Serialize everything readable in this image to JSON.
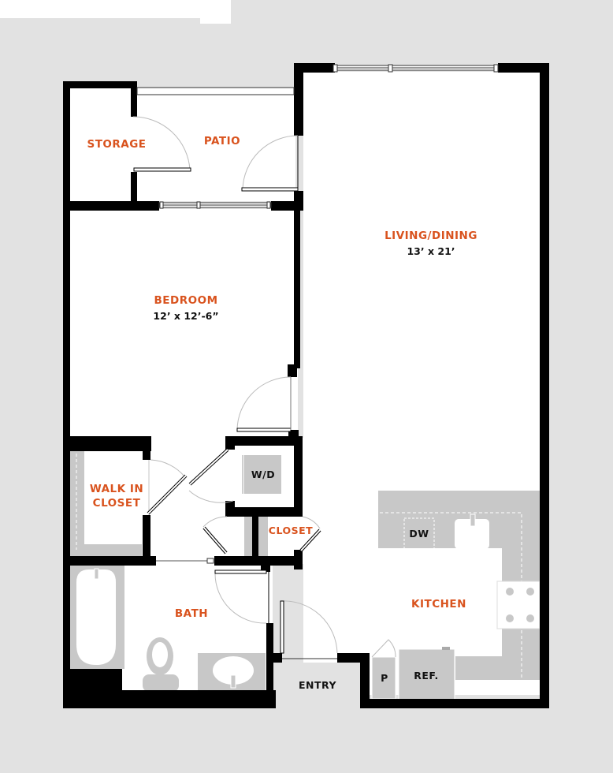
{
  "floor_plan": {
    "colors": {
      "background": "#e2e2e2",
      "wall": "#000000",
      "floor": "#ffffff",
      "fixture": "#c8c8c8",
      "label_accent": "#d9531e",
      "text_dark": "#111111"
    },
    "rooms": {
      "storage": {
        "label": "STORAGE"
      },
      "patio": {
        "label": "PATIO"
      },
      "living": {
        "label": "LIVING/DINING",
        "dimensions": "13’ x 21’"
      },
      "bedroom": {
        "label": "BEDROOM",
        "dimensions": "12’ x 12’-6”"
      },
      "walk_in_closet": {
        "label_line1": "WALK IN",
        "label_line2": "CLOSET"
      },
      "closet": {
        "label": "CLOSET"
      },
      "bath": {
        "label": "BATH"
      },
      "kitchen": {
        "label": "KITCHEN"
      },
      "entry": {
        "label": "ENTRY"
      }
    },
    "fixtures": {
      "washer_dryer": "W/D",
      "dishwasher": "DW",
      "refrigerator": "REF.",
      "pantry": "P"
    }
  }
}
